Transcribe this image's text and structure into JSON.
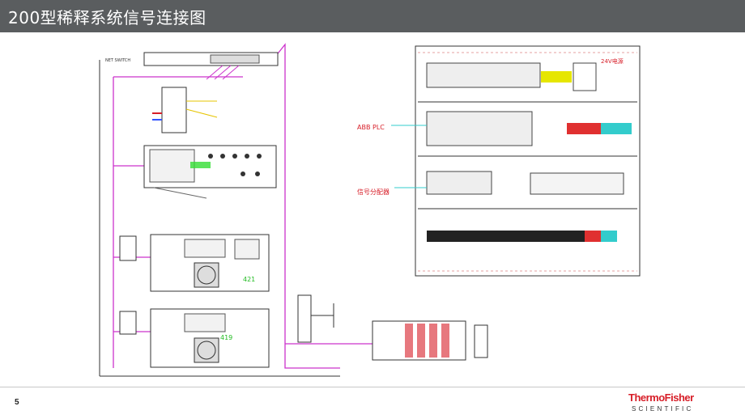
{
  "header": {
    "title": "200型稀释系统信号连接图"
  },
  "footer": {
    "page_number": "5"
  },
  "logo": {
    "line1": "ThermoFisher",
    "line2": "SCIENTIFIC"
  },
  "colors": {
    "header_bg": "#5a5d5f",
    "wire_magenta": "#cc33cc",
    "wire_blue": "#3355ff",
    "accent_red": "#d71e28"
  },
  "diagram": {
    "label_abb_plc": "ABB  PLC",
    "label_signal_distributor": "信号分配器",
    "label_24v": "24V电源",
    "label_unit_a": "421",
    "label_unit_b": "419"
  }
}
